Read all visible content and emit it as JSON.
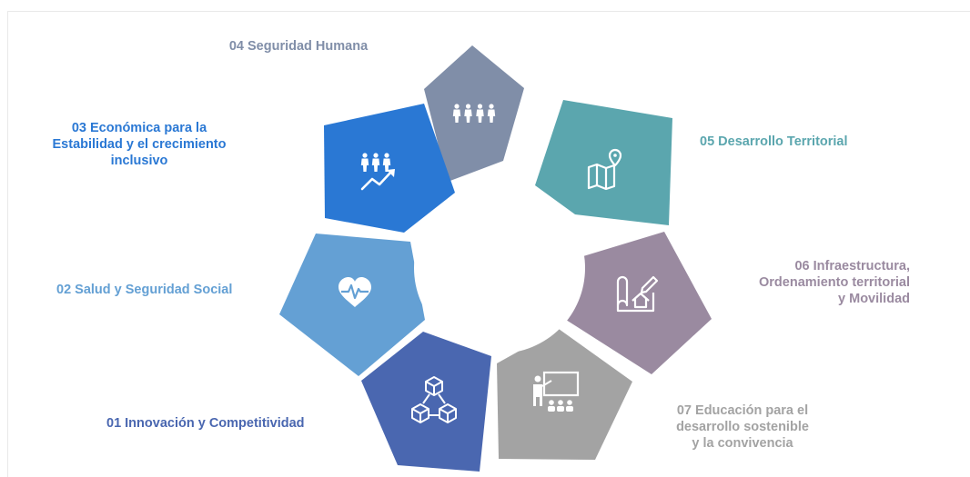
{
  "diagram": {
    "segments": [
      {
        "id": "01",
        "label": "01 Innovación y Competitividad",
        "color": "#4a67b0",
        "icon": "network-cubes-icon"
      },
      {
        "id": "02",
        "label": "02 Salud y Seguridad Social",
        "color": "#64a0d4",
        "icon": "heartbeat-icon"
      },
      {
        "id": "03",
        "label": "03 Económica para la\nEstabilidad  y el crecimiento\ninclusivo",
        "color": "#2a78d4",
        "icon": "people-growth-icon"
      },
      {
        "id": "04",
        "label": "04 Seguridad Humana",
        "color": "#808ea8",
        "icon": "people-group-icon"
      },
      {
        "id": "05",
        "label": "05 Desarrollo Territorial",
        "color": "#5ba6ae",
        "icon": "map-pin-icon"
      },
      {
        "id": "06",
        "label": "06 Infraestructura,\nOrdenamiento territorial\ny Movilidad",
        "color": "#9a8aa0",
        "icon": "house-blueprint-icon"
      },
      {
        "id": "07",
        "label": "07 Educación para el\ndesarrollo sostenible\ny la convivencia",
        "color": "#a3a3a3",
        "icon": "teacher-board-icon"
      }
    ]
  }
}
